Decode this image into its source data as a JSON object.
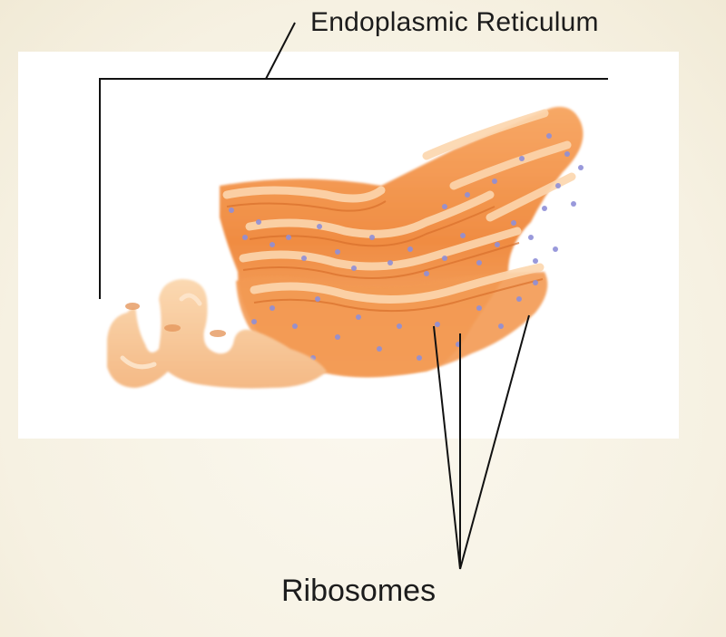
{
  "labels": {
    "endoplasmic_reticulum": "Endoplasmic Reticulum",
    "ribosomes": "Ribosomes"
  },
  "colors": {
    "background": "#f8f4e8",
    "panel": "#ffffff",
    "er_orange": "#f0924a",
    "er_light": "#f9c08e",
    "smooth_er": "#f7c89a",
    "ribosome_dots": "#8f8fd8",
    "leader_lines": "#111111"
  },
  "icons": {
    "rough_er": "rough-er-illustration",
    "smooth_er": "smooth-er-illustration"
  }
}
